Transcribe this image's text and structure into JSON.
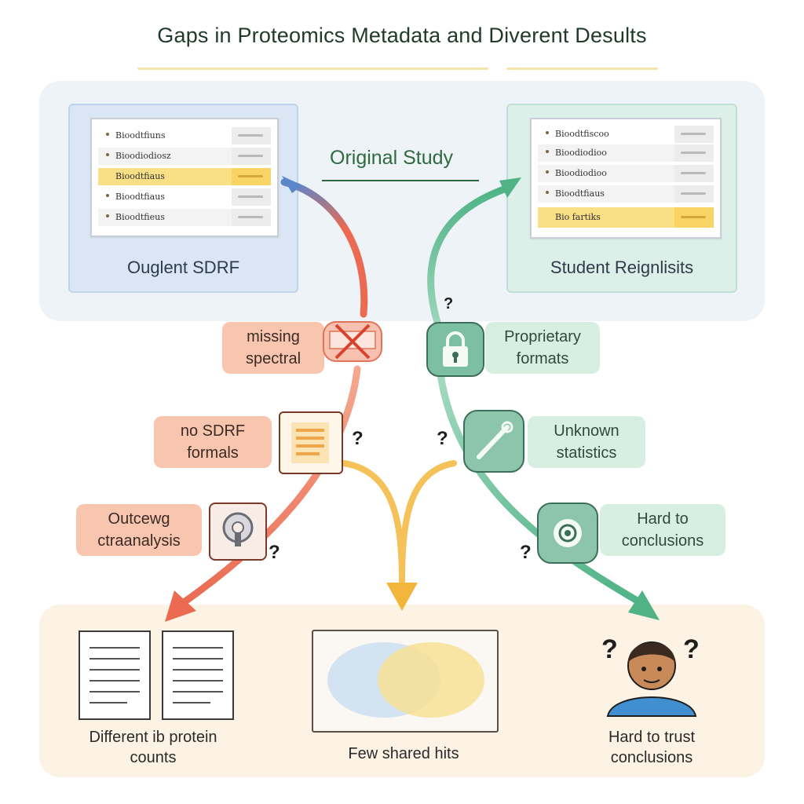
{
  "title": "Gaps in Proteomics Metadata and Diverent Desults",
  "left_panel": {
    "label": "Ouglent SDRF",
    "rows": [
      "Bioodtfiuns",
      "Bioodiodiosz",
      "Bioodtfiaus",
      "Bioodtfiaus",
      "Bioodtfieus"
    ],
    "highlighted_row": 2
  },
  "right_panel": {
    "label": "Student Reignlisits",
    "rows": [
      "Bioodtfiscoo",
      "Bioodiodioo",
      "Bioodiodioo",
      "Bioodtfiaus",
      "Bio fartiks"
    ],
    "highlighted_row": 4
  },
  "center": {
    "study_label": "Original Study"
  },
  "left_issues": [
    {
      "text": "missing spectral",
      "icon": "crossed-out-file-icon"
    },
    {
      "text": "no SDRF formals",
      "icon": "document-list-icon"
    },
    {
      "text": "Outcewg ctraanalysis",
      "icon": "bulb-key-icon"
    }
  ],
  "right_issues": [
    {
      "text": "Proprietary formats",
      "icon": "padlock-icon"
    },
    {
      "text": "Unknown statistics",
      "icon": "wrench-icon"
    },
    {
      "text": "Hard to conclusions",
      "icon": "gear-badge-icon"
    }
  ],
  "question_mark": "?",
  "results": {
    "left": "Different ib protein counts",
    "center": "Few shared hits",
    "right": "Hard to trust conclusions"
  },
  "colors": {
    "red_arrow": "#ea6b52",
    "green_arrow": "#4fb386",
    "yellow_arrow": "#f3b63c",
    "blue_arrow": "#5b86c9",
    "highlight": "#f9df86",
    "venn_blue": "#cfe0f2",
    "venn_yellow": "#f7e08e"
  }
}
